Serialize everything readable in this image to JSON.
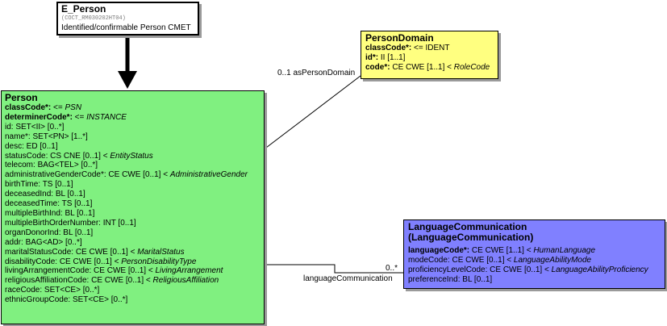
{
  "e_person": {
    "title": "E_Person",
    "code": "(COCT_RM030202HT04)",
    "description": "Identified/confirmable Person CMET"
  },
  "person_domain": {
    "title": "PersonDomain",
    "attributes": [
      {
        "name": "classCode",
        "mandatory": true,
        "type": " <= IDENT",
        "vocab": ""
      },
      {
        "name": "id",
        "mandatory": true,
        "type": " II [1..1]",
        "vocab": ""
      },
      {
        "name": "code",
        "mandatory": true,
        "type": " CE CWE [1..1] < ",
        "vocab": "RoleCode"
      }
    ]
  },
  "person": {
    "title": "Person",
    "attributes": [
      {
        "name": "classCode",
        "mandatory": true,
        "bold": true,
        "type": " <= ",
        "vocab": "PSN"
      },
      {
        "name": "determinerCode",
        "mandatory": true,
        "bold": true,
        "type": " <= ",
        "vocab": "INSTANCE"
      },
      {
        "name": "id",
        "mandatory": false,
        "bold": false,
        "type": " SET<II> [0..*]",
        "vocab": ""
      },
      {
        "name": "name",
        "mandatory": true,
        "bold": false,
        "type": " SET<PN> [1..*]",
        "vocab": ""
      },
      {
        "name": "desc",
        "mandatory": false,
        "bold": false,
        "type": " ED [0..1]",
        "vocab": ""
      },
      {
        "name": "statusCode",
        "mandatory": false,
        "bold": false,
        "type": " CS CNE [0..1] < ",
        "vocab": "EntityStatus"
      },
      {
        "name": "telecom",
        "mandatory": false,
        "bold": false,
        "type": " BAG<TEL> [0..*]",
        "vocab": ""
      },
      {
        "name": "administrativeGenderCode",
        "mandatory": true,
        "bold": false,
        "type": " CE CWE [0..1] < ",
        "vocab": "AdministrativeGender"
      },
      {
        "name": "birthTime",
        "mandatory": false,
        "bold": false,
        "type": " TS [0..1]",
        "vocab": ""
      },
      {
        "name": "deceasedInd",
        "mandatory": false,
        "bold": false,
        "type": " BL [0..1]",
        "vocab": ""
      },
      {
        "name": "deceasedTime",
        "mandatory": false,
        "bold": false,
        "type": " TS [0..1]",
        "vocab": ""
      },
      {
        "name": "multipleBirthInd",
        "mandatory": false,
        "bold": false,
        "type": " BL [0..1]",
        "vocab": ""
      },
      {
        "name": "multipleBirthOrderNumber",
        "mandatory": false,
        "bold": false,
        "type": " INT [0..1]",
        "vocab": ""
      },
      {
        "name": "organDonorInd",
        "mandatory": false,
        "bold": false,
        "type": " BL [0..1]",
        "vocab": ""
      },
      {
        "name": "addr",
        "mandatory": false,
        "bold": false,
        "type": " BAG<AD> [0..*]",
        "vocab": ""
      },
      {
        "name": "maritalStatusCode",
        "mandatory": false,
        "bold": false,
        "type": " CE CWE [0..1] < ",
        "vocab": "MaritalStatus"
      },
      {
        "name": "disabilityCode",
        "mandatory": false,
        "bold": false,
        "type": " CE CWE [0..1] < ",
        "vocab": "PersonDisabilityType"
      },
      {
        "name": "livingArrangementCode",
        "mandatory": false,
        "bold": false,
        "type": " CE CWE [0..1] < ",
        "vocab": "LivingArrangement"
      },
      {
        "name": "religiousAffiliationCode",
        "mandatory": false,
        "bold": false,
        "type": " CE CWE [0..1] < ",
        "vocab": "ReligiousAffiliation"
      },
      {
        "name": "raceCode",
        "mandatory": false,
        "bold": false,
        "type": " SET<CE> [0..*]",
        "vocab": ""
      },
      {
        "name": "ethnicGroupCode",
        "mandatory": false,
        "bold": false,
        "type": " SET<CE> [0..*]",
        "vocab": ""
      }
    ]
  },
  "language_communication": {
    "title_line1": "LanguageCommunication",
    "title_line2": "(LanguageCommunication)",
    "attributes": [
      {
        "name": "languageCode",
        "mandatory": true,
        "bold": true,
        "type": " CE CWE [1..1] < ",
        "vocab": "HumanLanguage"
      },
      {
        "name": "modeCode",
        "mandatory": false,
        "bold": false,
        "type": " CE CWE [0..1] < ",
        "vocab": "LanguageAbilityMode"
      },
      {
        "name": "proficiencyLevelCode",
        "mandatory": false,
        "bold": false,
        "type": " CE CWE [0..1] < ",
        "vocab": "LanguageAbilityProficiency"
      },
      {
        "name": "preferenceInd",
        "mandatory": false,
        "bold": false,
        "type": " BL [0..1]",
        "vocab": ""
      }
    ]
  },
  "associations": {
    "person_domain_multiplicity": "0..1",
    "person_domain_role": "asPersonDomain",
    "language_multiplicity": "0..*",
    "language_role": "languageCommunication"
  },
  "colors": {
    "e_person": "#ffffff",
    "person_domain": "#ffff80",
    "person": "#80f080",
    "language_communication": "#8080ff"
  }
}
